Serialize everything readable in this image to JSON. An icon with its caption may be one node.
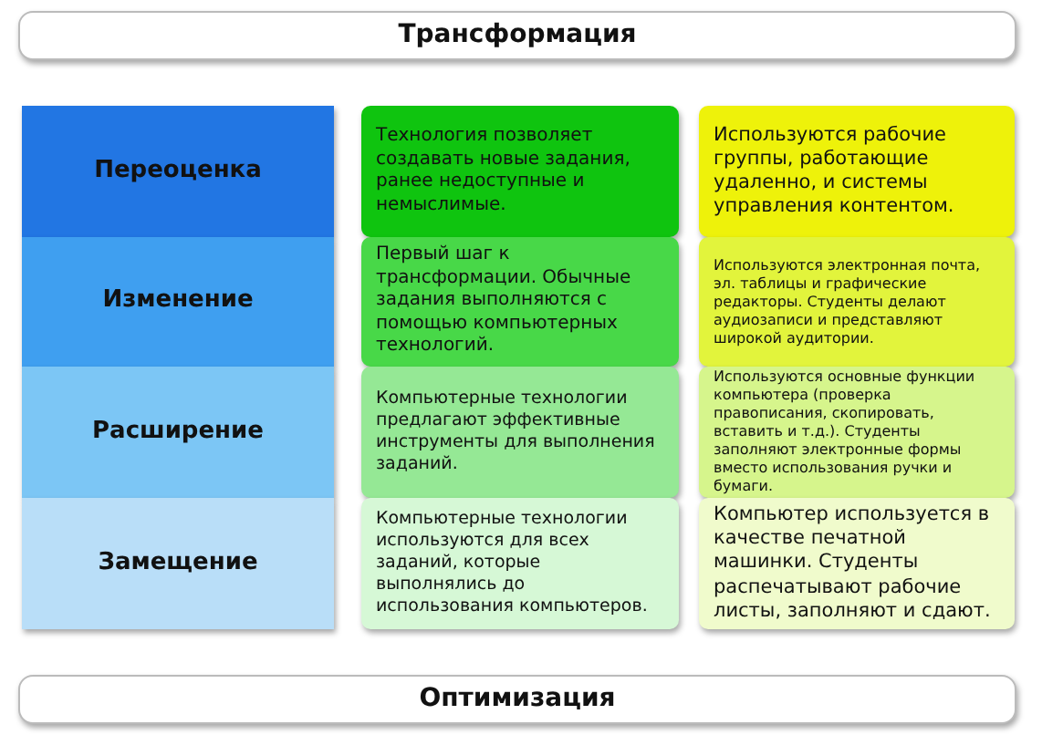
{
  "diagram": {
    "nodes": [
      {
        "text": [
          "Трансформация"
        ]
      },
      {
        "text": [
          "Переоценка"
        ]
      },
      {
        "text": [
          "Технология позволяет создавать новые задания, ранее недоступные и немыслимые."
        ]
      },
      {
        "text": [
          "Используются рабочие группы, работающие удаленно, и системы управления контентом."
        ]
      },
      {
        "text": [
          "Изменение"
        ]
      },
      {
        "text": [
          "Первый шаг к трансформации. Обычные задания выполняются с помощью компьютерных технологий."
        ]
      },
      {
        "text": [
          "Используются электронная почта, эл. таблицы и графические редакторы. Студенты делают аудиозаписи и представляют широкой аудитории."
        ]
      },
      {
        "text": [
          "Расширение"
        ]
      },
      {
        "text": [
          "Компьютерные технологии предлагают эффективные инструменты для выполнения заданий."
        ]
      },
      {
        "text": [
          "Используются основные функции компьютера (проверка правописания, скопировать, вставить и т.д.). Студенты заполняют электронные формы вместо использования ручки и бумаги."
        ]
      },
      {
        "text": [
          "Замещение"
        ]
      },
      {
        "text": [
          "Компьютерные технологии используются для всех заданий, которые выполнялись до использования компьютеров."
        ]
      },
      {
        "text": [
          "Компьютер используется в качестве печатной машинки. Студенты распечатывают рабочие листы, заполняют и сдают."
        ]
      },
      {
        "text": [
          "Оптимизация"
        ]
      }
    ]
  }
}
